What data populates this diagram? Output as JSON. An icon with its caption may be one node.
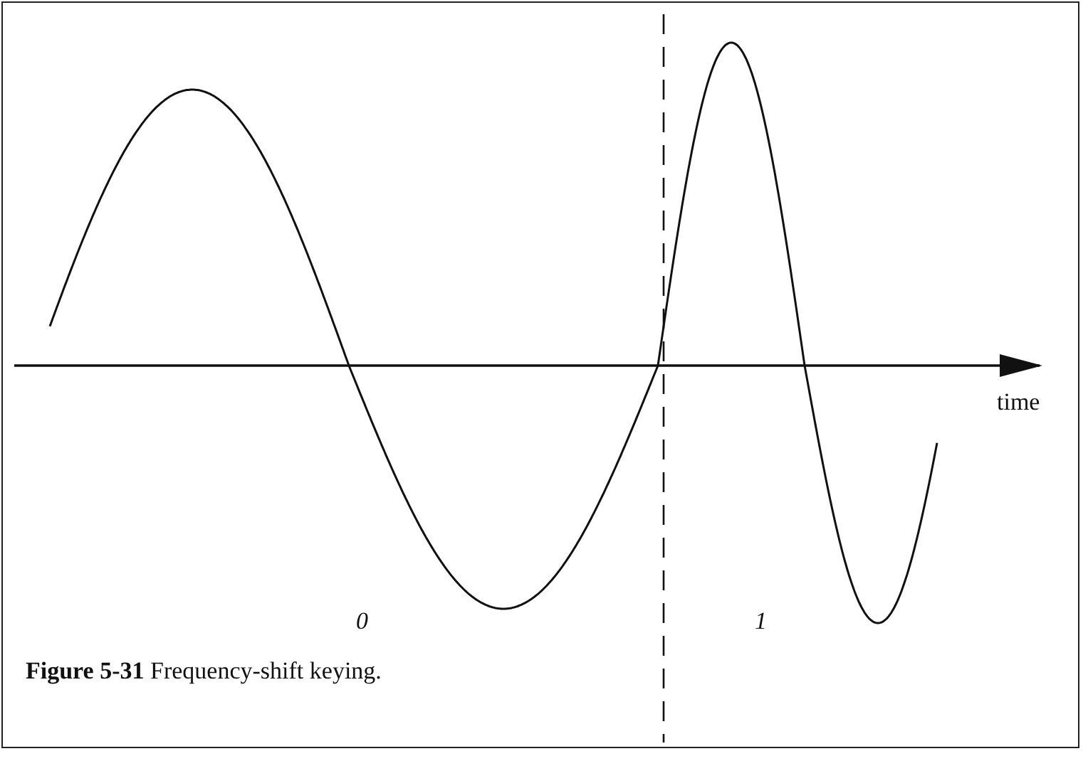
{
  "diagram": {
    "caption": "**Figure 5-31** Frequency-shift keying.",
    "labels": [
      "time",
      "0",
      "1"
    ]
  }
}
